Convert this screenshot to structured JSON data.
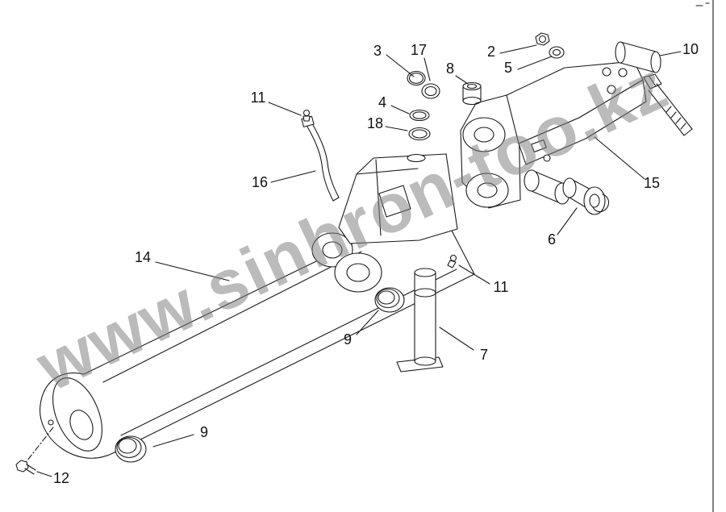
{
  "watermark": {
    "text": "www.sinhron-too.kz"
  },
  "colors": {
    "line": "#1a1a1a",
    "watermark": "#7d7d7d",
    "background": "#ffffff"
  },
  "callouts": [
    {
      "label": "3"
    },
    {
      "label": "17"
    },
    {
      "label": "2"
    },
    {
      "label": "5"
    },
    {
      "label": "8"
    },
    {
      "label": "10"
    },
    {
      "label": "11"
    },
    {
      "label": "4"
    },
    {
      "label": "18"
    },
    {
      "label": "16"
    },
    {
      "label": "15"
    },
    {
      "label": "6"
    },
    {
      "label": "14"
    },
    {
      "label": "11"
    },
    {
      "label": "9"
    },
    {
      "label": "7"
    },
    {
      "label": "9"
    },
    {
      "label": "12"
    }
  ]
}
